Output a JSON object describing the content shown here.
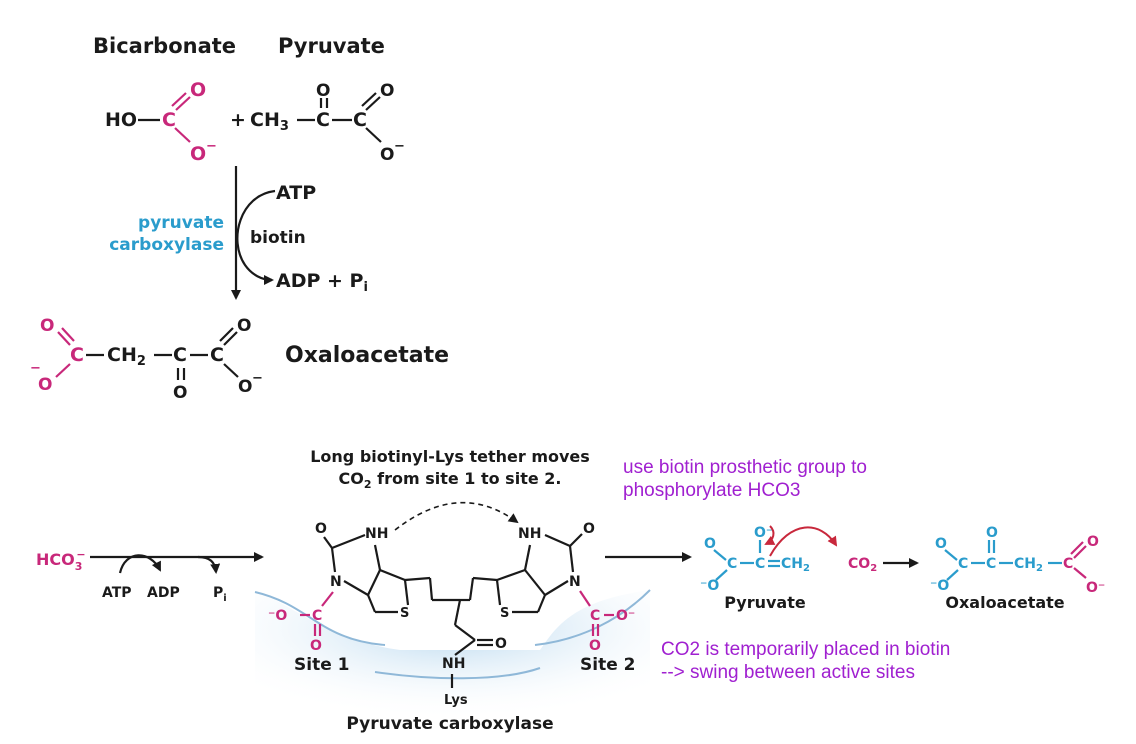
{
  "colors": {
    "magenta": "#c8287a",
    "blue": "#2a9ccc",
    "annotation": "#a020d0",
    "text": "#1a1a1a"
  },
  "top": {
    "reactant1_label": "Bicarbonate",
    "reactant2_label": "Pyruvate",
    "plus": "+",
    "enzyme_line1": "pyruvate",
    "enzyme_line2": "carboxylase",
    "cofactor_in": "ATP",
    "cofactor": "biotin",
    "cofactor_out": "ADP + P",
    "cofactor_out_sub": "i",
    "product_label": "Oxaloacetate"
  },
  "bottom": {
    "substrate": "HCO",
    "substrate_sub": "3",
    "substrate_charge": "−",
    "atp": "ATP",
    "adp": "ADP",
    "pi": "P",
    "pi_sub": "i",
    "tether_line1": "Long biotinyl-Lys tether moves",
    "tether_line2a": "CO",
    "tether_line2_sub": "2",
    "tether_line2b": " from site 1 to site 2.",
    "site1": "Site 1",
    "site2": "Site 2",
    "lys": "Lys",
    "enzyme": "Pyruvate carboxylase",
    "pyruvate_label": "Pyruvate",
    "co2": "CO",
    "co2_sub": "2",
    "oxaloacetate_label": "Oxaloacetate"
  },
  "annotations": {
    "note1": "use biotin prosthetic group to phosphorylate HCO3",
    "note2": "CO2 is temporarily placed in biotin --> swing between active sites"
  }
}
